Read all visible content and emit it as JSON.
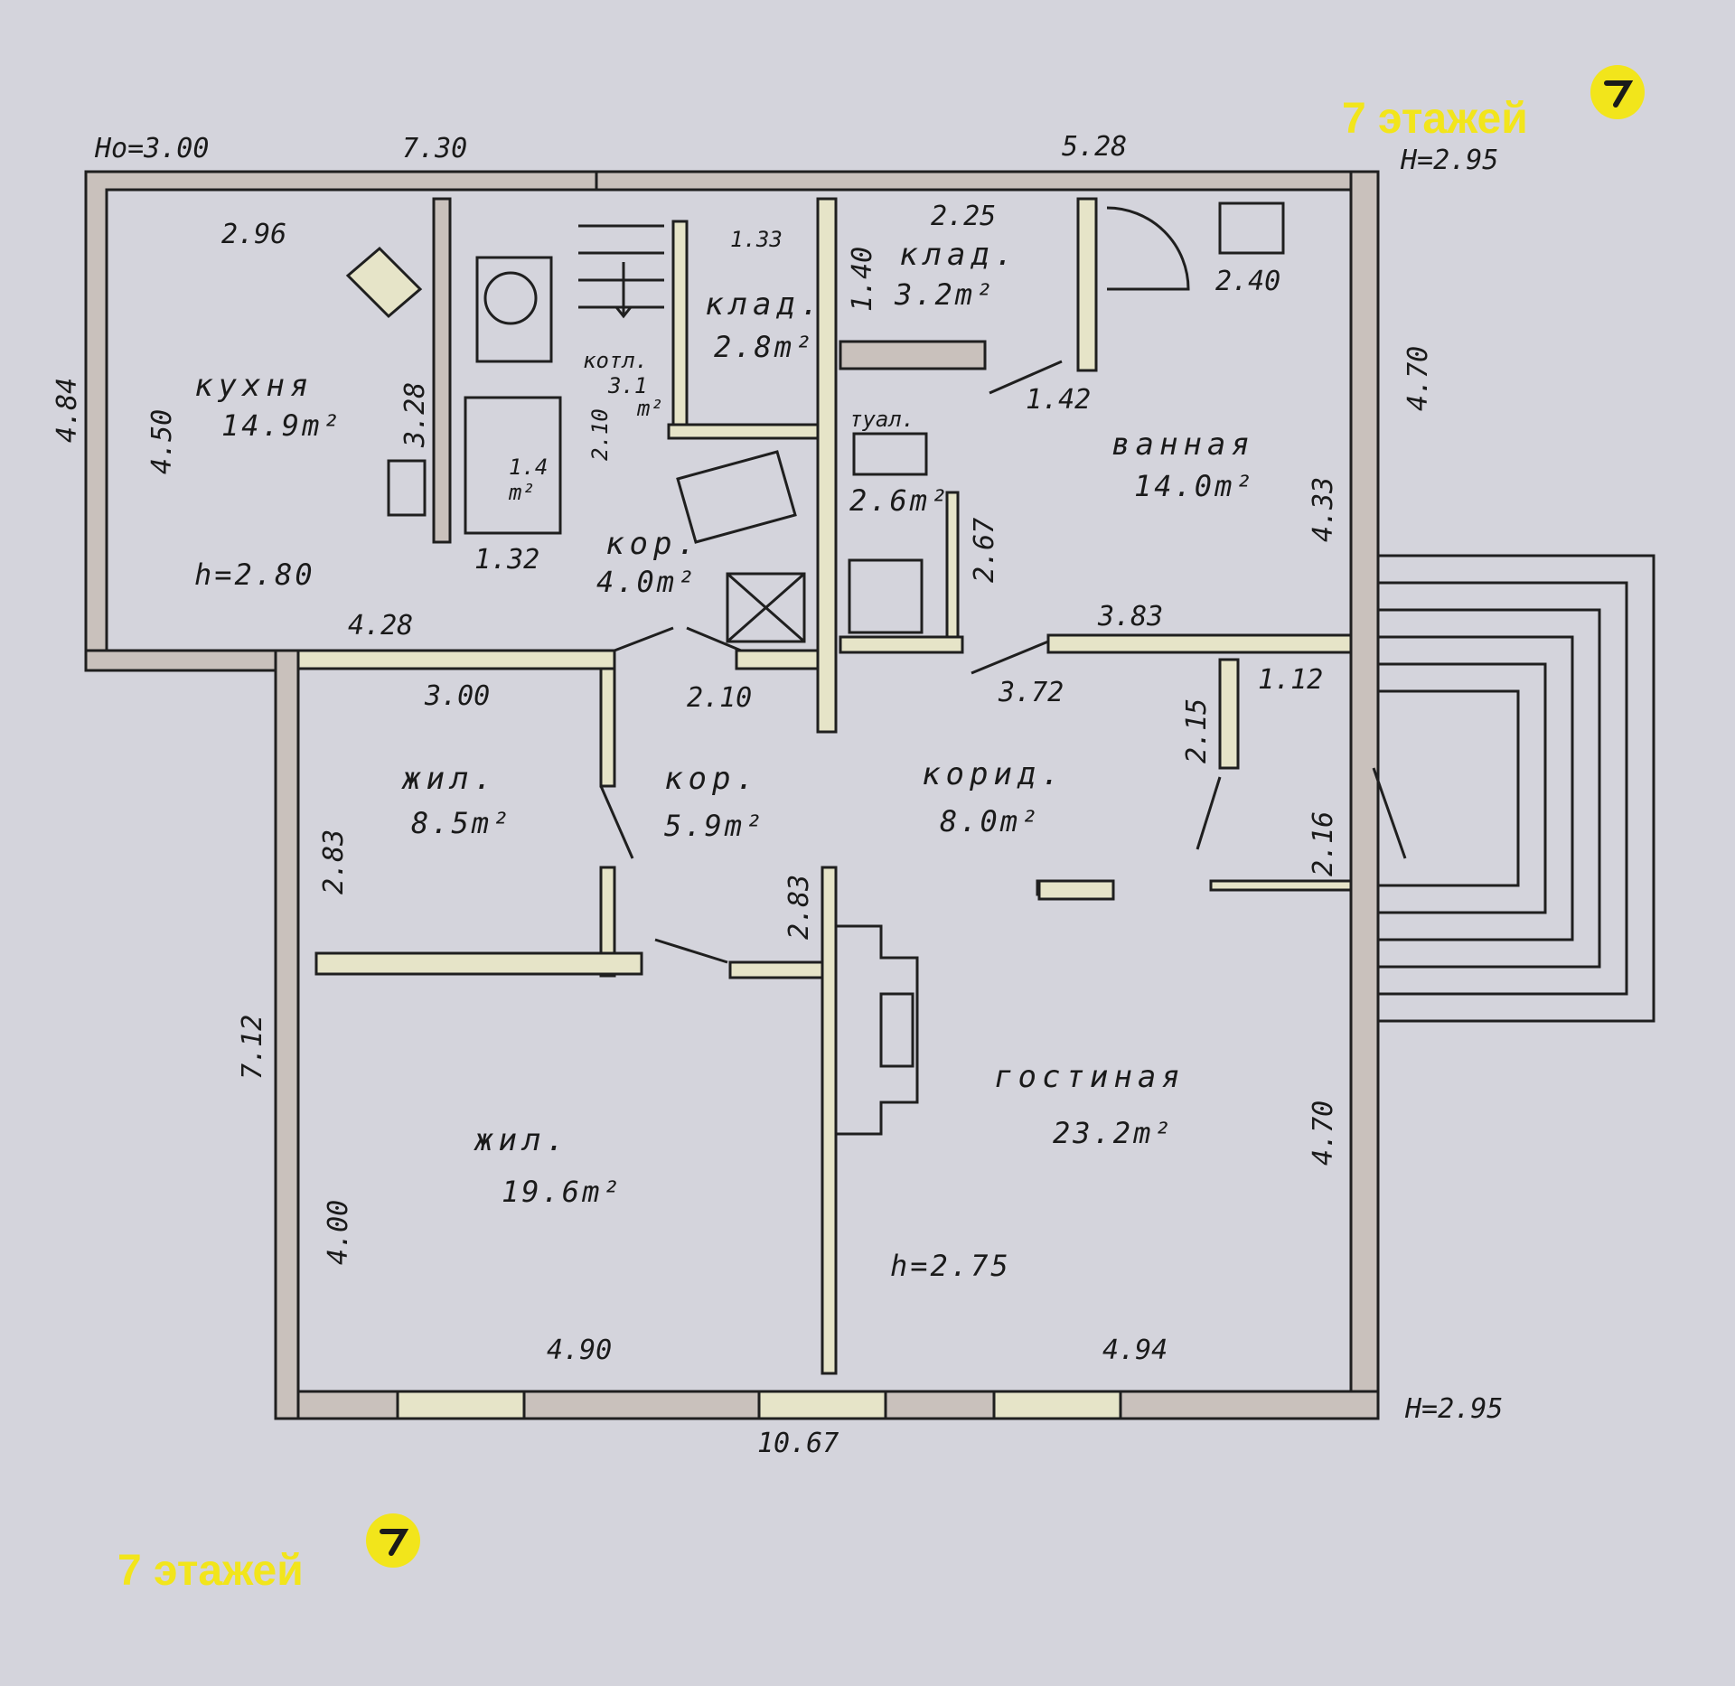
{
  "watermark": {
    "text": "7 этажей",
    "logo_icon": "seven-floors-logo-icon",
    "color": "#f2e51b"
  },
  "heights": {
    "left": "Ho=3.00",
    "top_right": "H=2.95",
    "bottom_right": "H=2.95"
  },
  "rooms": {
    "kitchen": {
      "name": "кухня",
      "area": "14.9m²",
      "height": "h=2.80"
    },
    "bath_small": {
      "area_top": "1.4",
      "area_bottom": "m²"
    },
    "boiler": {
      "name": "котл.",
      "area_top": "3.1",
      "area_bottom": "m²"
    },
    "storage1": {
      "name": "клад.",
      "area": "2.8m²"
    },
    "storage2": {
      "name": "клад.",
      "area": "3.2m²"
    },
    "toilet": {
      "name": "туал.",
      "area": "2.6m²"
    },
    "bathroom": {
      "name": "ванная",
      "area": "14.0m²"
    },
    "corridor1": {
      "name": "кор.",
      "area": "4.0m²"
    },
    "living_small": {
      "name": "жил.",
      "area": "8.5m²"
    },
    "corridor2": {
      "name": "кор.",
      "area": "5.9m²"
    },
    "corridor3": {
      "name": "корид.",
      "area": "8.0m²"
    },
    "living_large": {
      "name": "жил.",
      "area": "19.6m²"
    },
    "lounge": {
      "name": "гостиная",
      "area": "23.2m²",
      "height": "h=2.75"
    }
  },
  "dimensions": {
    "d730": "7.30",
    "d528": "5.28",
    "d296": "2.96",
    "d484": "4.84",
    "d450": "4.50",
    "d328": "3.28",
    "d132": "1.32",
    "d428": "4.28",
    "d210a": "2.10",
    "d133": "1.33",
    "d140": "1.40",
    "d225": "2.25",
    "d240": "2.40",
    "d142": "1.42",
    "d470a": "4.70",
    "d433": "4.33",
    "d267": "2.67",
    "d383": "3.83",
    "d300": "3.00",
    "d210b": "2.10",
    "d372": "3.72",
    "d215": "2.15",
    "d112": "1.12",
    "d216": "2.16",
    "d283a": "2.83",
    "d283b": "2.83",
    "d712": "7.12",
    "d400": "4.00",
    "d470b": "4.70",
    "d490": "4.90",
    "d494": "4.94",
    "d1067": "10.67"
  },
  "colors": {
    "paper": "#d4d4dc",
    "wall": "#c9c1bc",
    "window": "#e6e4c8",
    "ink": "#1a1a1a"
  }
}
